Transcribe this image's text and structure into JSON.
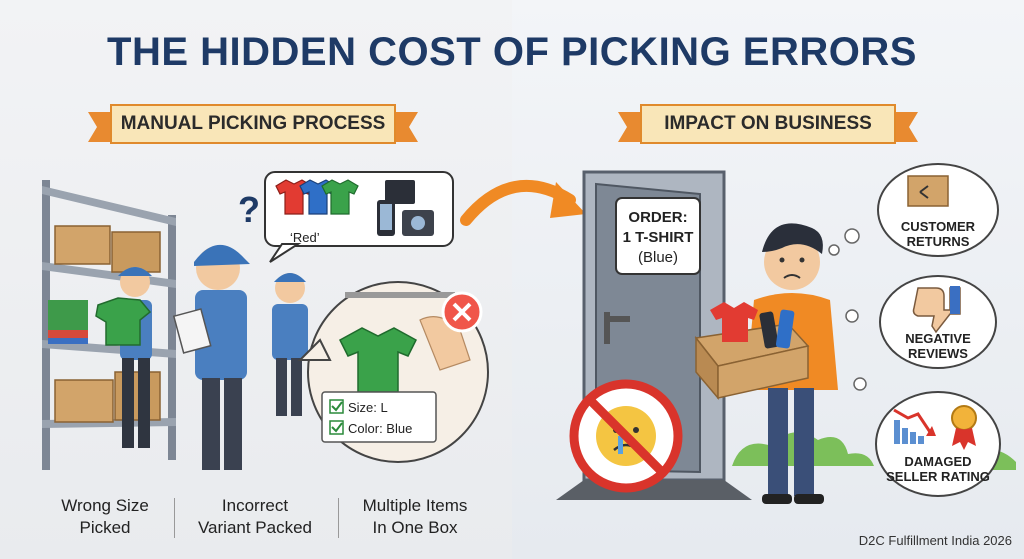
{
  "title": "THE HIDDEN COST OF PICKING ERRORS",
  "left_section": {
    "banner": "MANUAL PICKING PROCESS",
    "question_mark": "?",
    "bubble_label": "‘Red’",
    "checklist": [
      "Size: L",
      "Color: Blue"
    ],
    "captions": [
      {
        "line1": "Wrong Size",
        "line2": "Picked"
      },
      {
        "line1": "Incorrect",
        "line2": "Variant Packed"
      },
      {
        "line1": "Multiple Items",
        "line2": "In One Box"
      }
    ]
  },
  "right_section": {
    "banner": "IMPACT ON BUSINESS",
    "order_sign": {
      "line1": "ORDER:",
      "line2": "1 T-SHIRT",
      "line3": "(Blue)"
    },
    "impacts": [
      {
        "line1": "CUSTOMER",
        "line2": "RETURNS",
        "icon": "box-return-icon"
      },
      {
        "line1": "NEGATIVE",
        "line2": "REVIEWS",
        "icon": "thumbs-down-icon"
      },
      {
        "line1": "DAMAGED",
        "line2": "SELLER RATING",
        "icon": "declining-chart-icon"
      }
    ]
  },
  "footer": {
    "credit": "D2C Fulfillment India 2026"
  },
  "colors": {
    "title": "#1e3a66",
    "ribbon_fill": "#f9e6b8",
    "ribbon_border": "#e08a2c",
    "arrow": "#f08a24",
    "shirt_green": "#3aa24a",
    "shirt_red": "#e23b32",
    "shirt_blue": "#2f6fc7",
    "worker_blue": "#4a7fc0",
    "prohibit_red": "#d9342b"
  }
}
